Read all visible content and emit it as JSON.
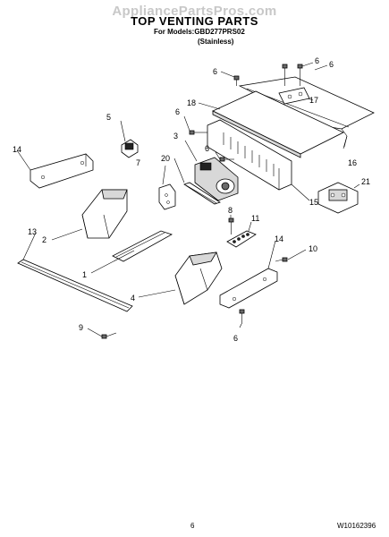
{
  "header": {
    "watermark": "AppliancePartsPros.com",
    "title": "TOP VENTING PARTS",
    "models_line": "For Models:GBD277PRS02",
    "variant": "(Stainless)"
  },
  "footer": {
    "page_number": "6",
    "document_number": "W10162396"
  },
  "callouts": {
    "c1": "1",
    "c2": "2",
    "c3": "3",
    "c4": "4",
    "c5": "5",
    "c6a": "6",
    "c6b": "6",
    "c6c": "6",
    "c6d": "6",
    "c6e": "6",
    "c6f": "6",
    "c7": "7",
    "c8": "8",
    "c9": "9",
    "c10": "10",
    "c11": "11",
    "c13": "13",
    "c14a": "14",
    "c14b": "14",
    "c15": "15",
    "c16": "16",
    "c17": "17",
    "c18": "18",
    "c20": "20",
    "c21": "21"
  }
}
